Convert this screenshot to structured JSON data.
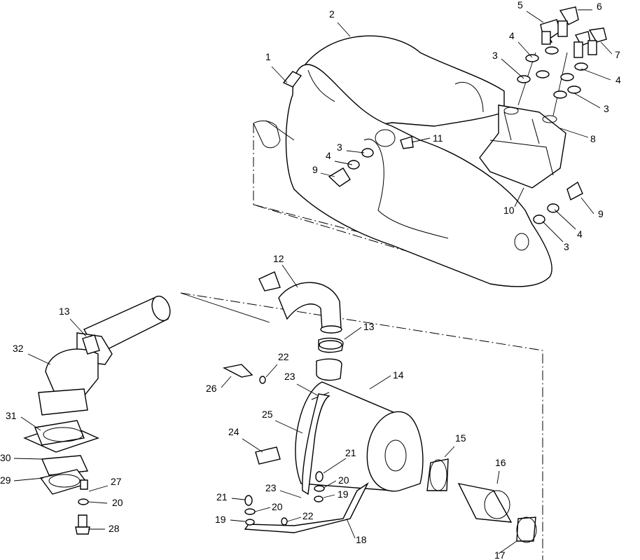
{
  "callouts": [
    {
      "id": "c1",
      "text": "1"
    },
    {
      "id": "c2",
      "text": "2"
    },
    {
      "id": "c3a",
      "text": "3"
    },
    {
      "id": "c3b",
      "text": "3"
    },
    {
      "id": "c3c",
      "text": "3"
    },
    {
      "id": "c3d",
      "text": "3"
    },
    {
      "id": "c4a",
      "text": "4"
    },
    {
      "id": "c4b",
      "text": "4"
    },
    {
      "id": "c4c",
      "text": "4"
    },
    {
      "id": "c4d",
      "text": "4"
    },
    {
      "id": "c5",
      "text": "5"
    },
    {
      "id": "c6",
      "text": "6"
    },
    {
      "id": "c7",
      "text": "7"
    },
    {
      "id": "c8",
      "text": "8"
    },
    {
      "id": "c9a",
      "text": "9"
    },
    {
      "id": "c9b",
      "text": "9"
    },
    {
      "id": "c10",
      "text": "10"
    },
    {
      "id": "c11",
      "text": "11"
    },
    {
      "id": "c12",
      "text": "12"
    },
    {
      "id": "c13a",
      "text": "13"
    },
    {
      "id": "c13b",
      "text": "13"
    },
    {
      "id": "c14",
      "text": "14"
    },
    {
      "id": "c15",
      "text": "15"
    },
    {
      "id": "c16",
      "text": "16"
    },
    {
      "id": "c17",
      "text": "17"
    },
    {
      "id": "c18",
      "text": "18"
    },
    {
      "id": "c19a",
      "text": "19"
    },
    {
      "id": "c19b",
      "text": "19"
    },
    {
      "id": "c20a",
      "text": "20"
    },
    {
      "id": "c20b",
      "text": "20"
    },
    {
      "id": "c20c",
      "text": "20"
    },
    {
      "id": "c21a",
      "text": "21"
    },
    {
      "id": "c21b",
      "text": "21"
    },
    {
      "id": "c22a",
      "text": "22"
    },
    {
      "id": "c22b",
      "text": "22"
    },
    {
      "id": "c23a",
      "text": "23"
    },
    {
      "id": "c23b",
      "text": "23"
    },
    {
      "id": "c24",
      "text": "24"
    },
    {
      "id": "c25",
      "text": "25"
    },
    {
      "id": "c26",
      "text": "26"
    },
    {
      "id": "c27",
      "text": "27"
    },
    {
      "id": "c28",
      "text": "28"
    },
    {
      "id": "c29",
      "text": "29"
    },
    {
      "id": "c30",
      "text": "30"
    },
    {
      "id": "c31",
      "text": "31"
    },
    {
      "id": "c32",
      "text": "32"
    }
  ]
}
